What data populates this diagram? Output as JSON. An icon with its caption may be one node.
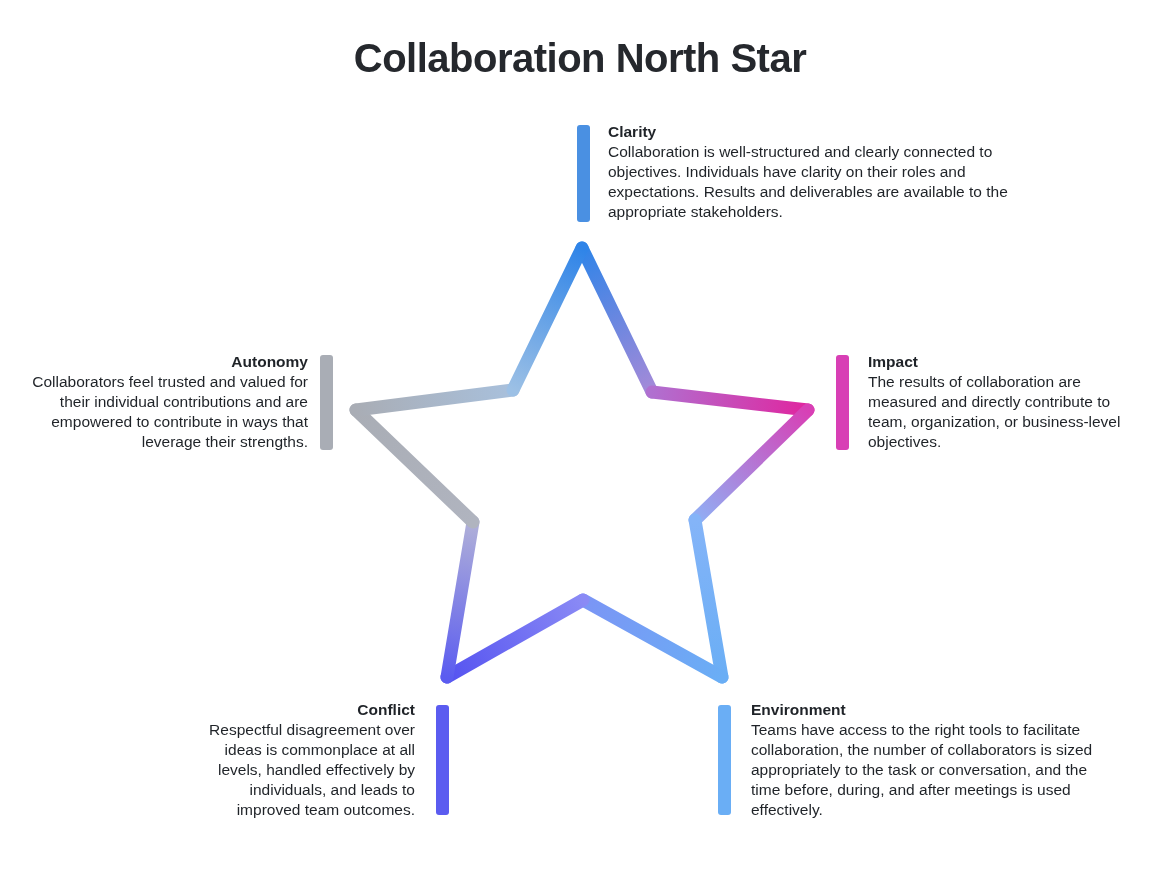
{
  "diagram": {
    "title": "Collaboration North Star",
    "nodes": [
      {
        "text": [
          "Clarity",
          "Collaboration is well-structured and clearly connected to objectives. Individuals have clarity on their roles and expectations. Results and deliverables are available to the appropriate stakeholders."
        ]
      },
      {
        "text": [
          "Autonomy",
          "Collaborators feel trusted and valued for their individual contributions and are empowered to contribute in ways that leverage their strengths."
        ]
      },
      {
        "text": [
          "Impact",
          "The results of collaboration are measured and directly contribute to team, organization, or business-level objectives."
        ]
      },
      {
        "text": [
          "Conflict",
          "Respectful disagreement over ideas is commonplace at all levels, handled effectively by individuals, and leads to improved team outcomes."
        ]
      },
      {
        "text": [
          "Environment",
          "Teams have access to the right tools to facilitate collaboration, the number of collaborators is sized appropriately to the task or conversation, and the time before, during, and after meetings is used effectively."
        ]
      }
    ],
    "edges": []
  }
}
